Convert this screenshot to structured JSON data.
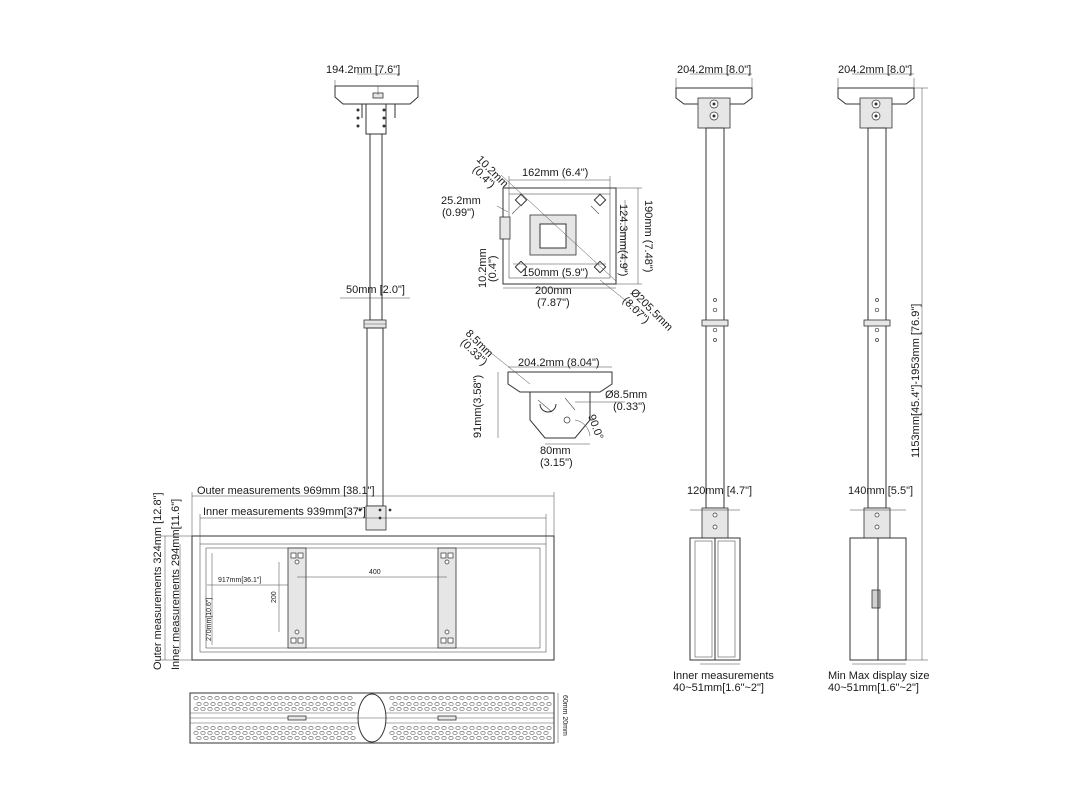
{
  "front_view": {
    "top_plate_width": "194.2mm [7.6\"]",
    "pole_width": "50mm [2.0\"]",
    "outer_width": "Outer measurements 969mm [38.1\"]",
    "inner_width": "Inner measurements 939mm[37\"]",
    "outer_height": "Outer measurements 324mm [12.8\"]",
    "inner_height": "Inner measurements 294mm[11.6\"]",
    "screen_width": "917mm[36.1\"]",
    "screen_height": "270mm[10.6\"]",
    "vesa_h": "400",
    "vesa_v": "200"
  },
  "bottom_view": {
    "depth_labels": "60mm 20mm"
  },
  "ceiling_plate": {
    "width_top": "162mm (6.4\")",
    "slot_a_l1": "10.2mm",
    "slot_a_l2": "(0.4\")",
    "offset_l1": "25.2mm",
    "offset_l2": "(0.99\")",
    "slot_b_l1": "10.2mm",
    "slot_b_l2": "(0.4\")",
    "width_inner": "150mm (5.9\")",
    "width_total_l1": "200mm",
    "width_total_l2": "(7.87\")",
    "height_inner": "124.3mm(4.9\")",
    "height_total": "190mm (7.48\")",
    "diagonal_l1": "Ø205.5mm",
    "diagonal_l2": "(8.07\")"
  },
  "tilt_bracket": {
    "hole_l1": "8.5mm",
    "hole_l2": "(0.33\")",
    "width": "204.2mm (8.04\")",
    "height": "91mm(3.58\")",
    "bolt_l1": "Ø8.5mm",
    "bolt_l2": "(0.33\")",
    "angle": "90.0°",
    "spacing_l1": "80mm",
    "spacing_l2": "(3.15\")"
  },
  "side_view_inner": {
    "top_width": "204.2mm [8.0\"]",
    "bracket_width": "120mm [4.7\"]",
    "caption_l1": "Inner measurements",
    "caption_l2": "40~51mm[1.6\"~2\"]"
  },
  "side_view_min_max": {
    "top_width": "204.2mm [8.0\"]",
    "bracket_width": "140mm [5.5\"]",
    "caption_l1": "Min Max display size",
    "caption_l2": "40~51mm[1.6\"~2\"]",
    "height_range": "1153mm[45.4\"]-1953mm [76.9\"]"
  }
}
